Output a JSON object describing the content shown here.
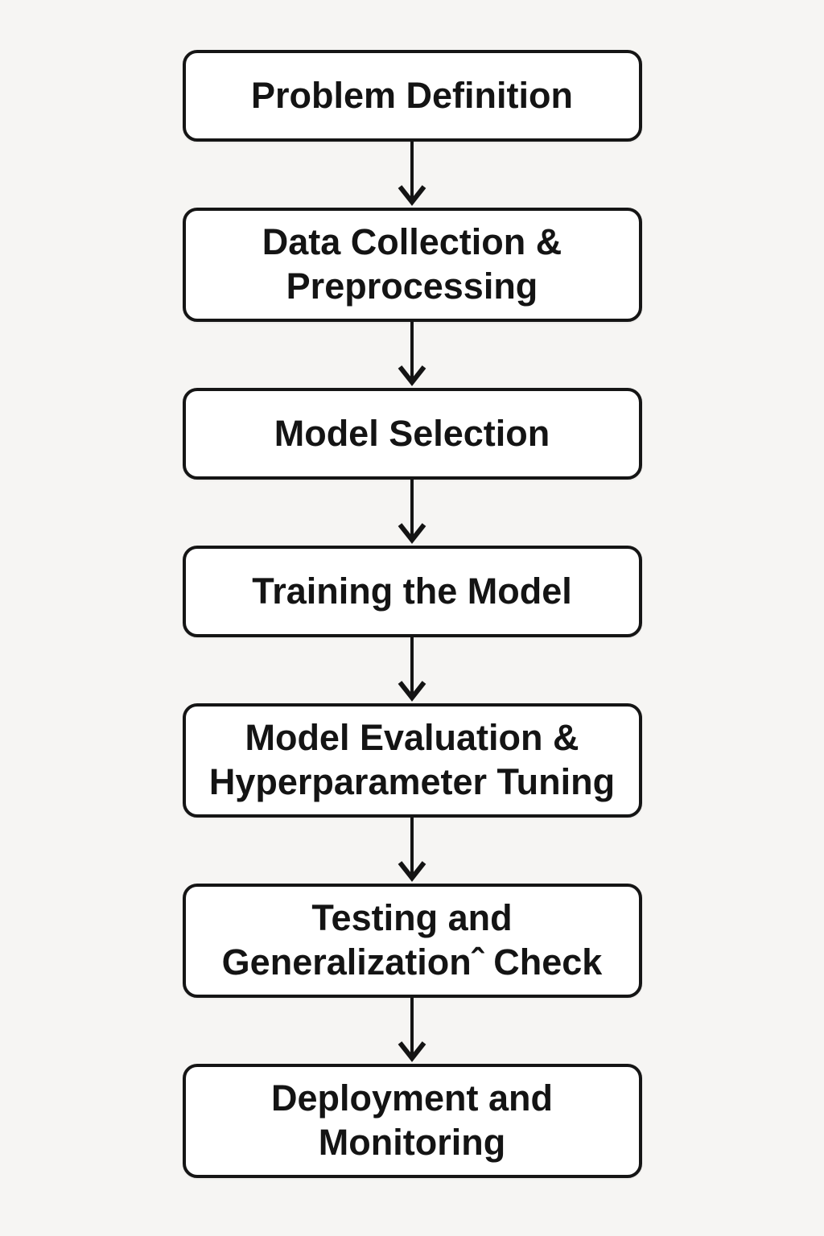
{
  "diagram": {
    "type": "flowchart",
    "direction": "top-down",
    "colors": {
      "background": "#f6f5f3",
      "box_fill": "#ffffff",
      "box_border": "#151515",
      "text": "#141414",
      "arrow": "#141414"
    },
    "steps": [
      {
        "id": "problem-definition",
        "label": "Problem Definition"
      },
      {
        "id": "data-collection-preprocessing",
        "label": "Data Collection &\nPreprocessing"
      },
      {
        "id": "model-selection",
        "label": "Model Selection"
      },
      {
        "id": "training-the-model",
        "label": "Training the Model"
      },
      {
        "id": "model-evaluation-hyperparameter-tuning",
        "label": "Model Evaluation &\nHyperparameter Tuning"
      },
      {
        "id": "testing-generalization-check",
        "label": "Testing and\nGeneralizationˆ Check"
      },
      {
        "id": "deployment-monitoring",
        "label": "Deployment and\nMonitoring"
      }
    ],
    "connections": [
      {
        "from": "problem-definition",
        "to": "data-collection-preprocessing"
      },
      {
        "from": "data-collection-preprocessing",
        "to": "model-selection"
      },
      {
        "from": "model-selection",
        "to": "training-the-model"
      },
      {
        "from": "training-the-model",
        "to": "model-evaluation-hyperparameter-tuning"
      },
      {
        "from": "model-evaluation-hyperparameter-tuning",
        "to": "testing-generalization-check"
      },
      {
        "from": "testing-generalization-check",
        "to": "deployment-monitoring"
      }
    ]
  }
}
